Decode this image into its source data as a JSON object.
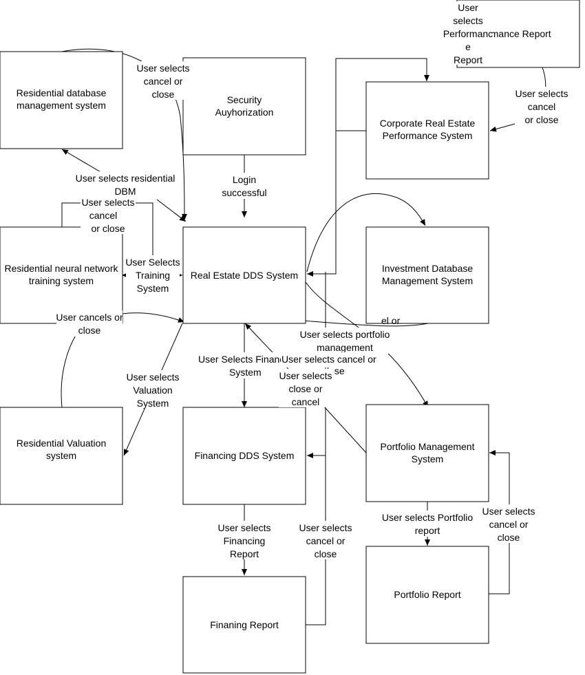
{
  "nodes": {
    "security": [
      "Security",
      "Auyhorization"
    ],
    "realEstateDDS": [
      "Real Estate DDS System"
    ],
    "residentialDB": [
      "Residential database",
      "management system"
    ],
    "residentialNN": [
      "Residential neural network",
      "training system"
    ],
    "residentialValuation": [
      "Residential Valuation",
      "system"
    ],
    "financingDDS": [
      "Financing DDS System"
    ],
    "financingReport": [
      "Finaning Report"
    ],
    "corporate": [
      "Corporate Real Estate",
      "Performance System"
    ],
    "performanceReport": [
      "Perfomance Report"
    ],
    "investmentDB": [
      "Investment Database",
      "Management System"
    ],
    "portfolioMgmt": [
      "Portfolio Management",
      "System"
    ],
    "portfolioReport": [
      "Portfolio Report"
    ]
  },
  "edgeLabels": {
    "loginSuccessful": [
      "Login",
      "successful"
    ],
    "dbCancel": [
      "User selects",
      "cancel or",
      "close"
    ],
    "selectResidentialDBM": [
      "User selects residential",
      "DBM"
    ],
    "nnCancel": [
      "User selects",
      "cancel",
      "or close"
    ],
    "selectTraining": [
      "User Selects",
      "Training",
      "System"
    ],
    "userCancelsOrClose": [
      "User cancels or",
      "close"
    ],
    "selectValuation": [
      "User selects",
      "Valuation",
      "System"
    ],
    "selectFinancing": [
      "User Selects Financ",
      "System"
    ],
    "selectPortfolioMgmt": [
      "User selects portfolio",
      "management"
    ],
    "portfolioCancel": [
      "User selects cancel or",
      "close"
    ],
    "financingCloseCancel": [
      "User selects",
      "close or",
      "cancel"
    ],
    "selectFinancingReport": [
      "User selects",
      "Financing",
      "Report"
    ],
    "financingReportCancel": [
      "User selects",
      "cancel  or",
      "close"
    ],
    "selectPortfolioReport": [
      "User selects Portfolio",
      "report"
    ],
    "portfolioReportCancel": [
      "User selects",
      "cancel or",
      "close"
    ],
    "selectPerformanceReport": [
      "User",
      "selects",
      "Performanc",
      "e",
      "Report"
    ],
    "performanceCancel": [
      "User selects",
      "cancel",
      "or close"
    ],
    "investmentCancelFragment": [
      "el  or"
    ]
  }
}
